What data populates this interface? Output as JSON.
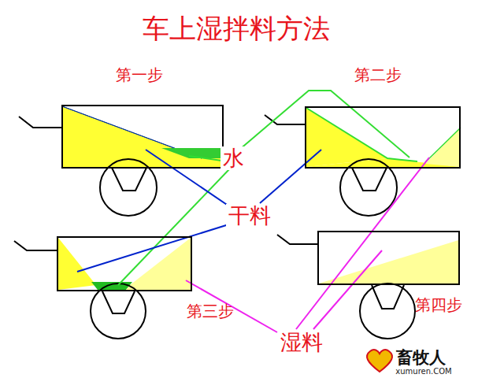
{
  "diagram": {
    "title": "车上湿拌料方法",
    "nodes": [
      {
        "text": [
          "第一步"
        ]
      },
      {
        "text": [
          "第二步"
        ]
      },
      {
        "text": [
          "第三步"
        ]
      },
      {
        "text": [
          "第四步"
        ]
      }
    ],
    "labels": [
      "水",
      "干料",
      "湿料",
      "畜牧人",
      "xumuren.COM"
    ]
  }
}
